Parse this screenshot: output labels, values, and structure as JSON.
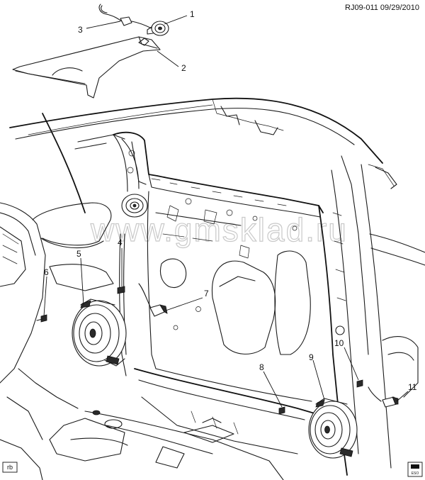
{
  "header": {
    "text": "RJ09-011  09/29/2010"
  },
  "watermark": "www.gmsklad.ru",
  "corner_left_label": "rb",
  "corner_right_label": "ESO",
  "callouts": [
    {
      "id": "1",
      "label": "1"
    },
    {
      "id": "2",
      "label": "2"
    },
    {
      "id": "3",
      "label": "3"
    },
    {
      "id": "4",
      "label": "4"
    },
    {
      "id": "5",
      "label": "5"
    },
    {
      "id": "6",
      "label": "6"
    },
    {
      "id": "7",
      "label": "7"
    },
    {
      "id": "8",
      "label": "8"
    },
    {
      "id": "9",
      "label": "9"
    },
    {
      "id": "10",
      "label": "10"
    },
    {
      "id": "11",
      "label": "11"
    }
  ]
}
